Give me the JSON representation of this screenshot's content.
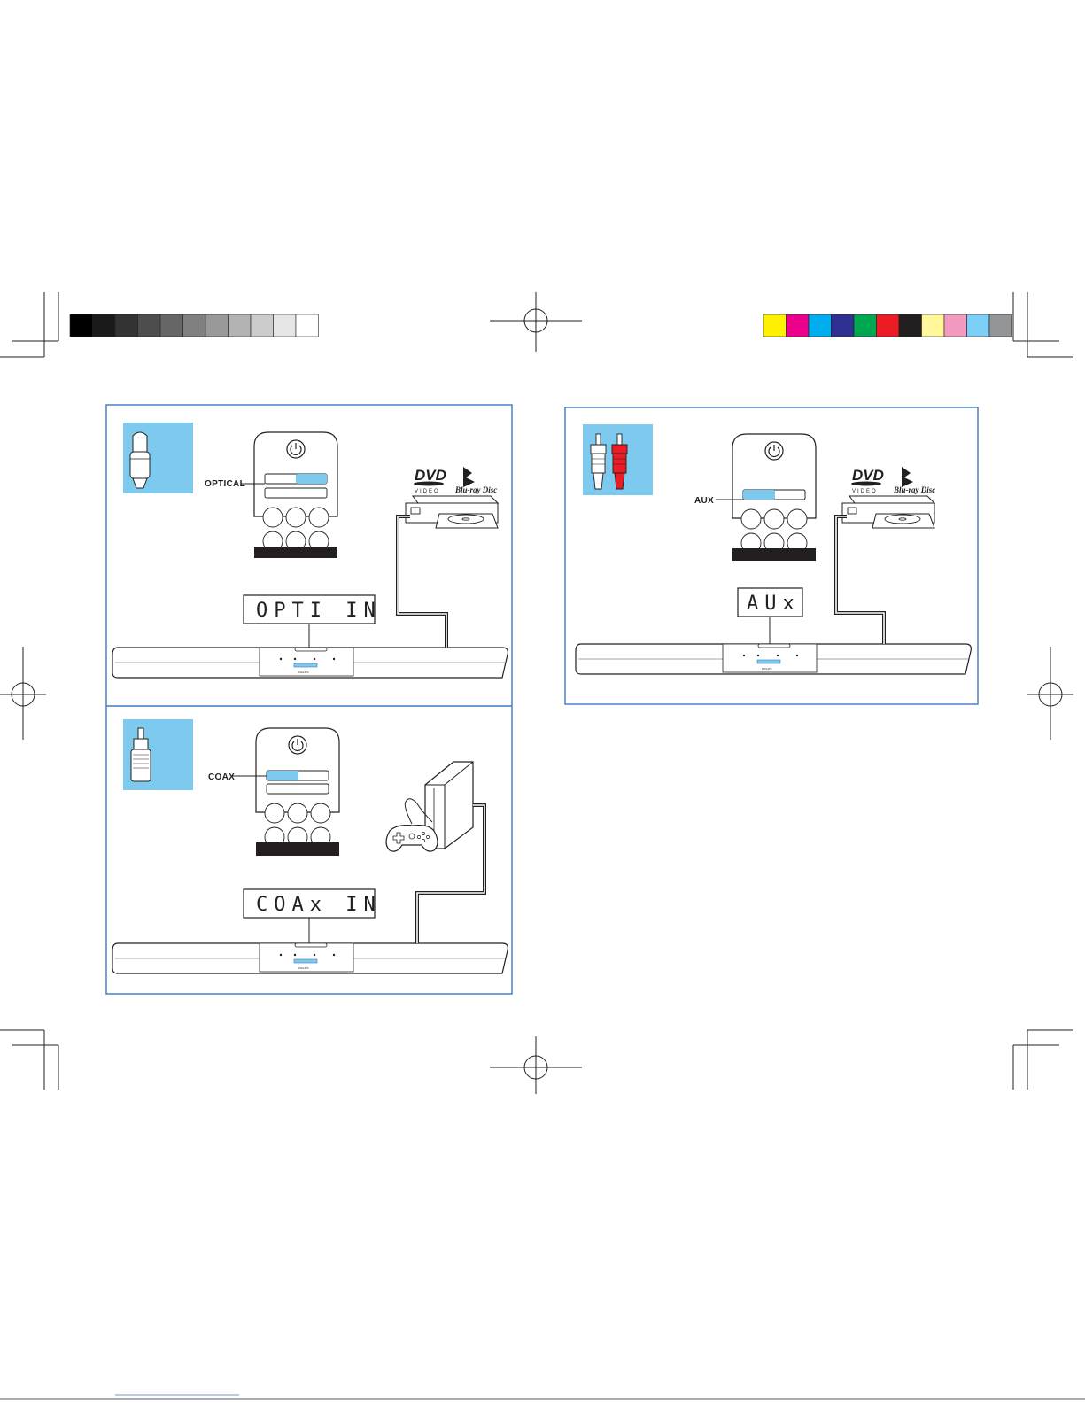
{
  "colors": {
    "frame": "#3d78c2",
    "accent": "#7dcaee",
    "ink": "#231f20"
  },
  "grayscale_bar": [
    "#000000",
    "#1a1a1a",
    "#333333",
    "#4d4d4d",
    "#666666",
    "#808080",
    "#999999",
    "#b3b3b3",
    "#cccccc",
    "#e6e6e6",
    "#ffffff"
  ],
  "color_bar": [
    "#fff200",
    "#ec008c",
    "#00aeef",
    "#2e3192",
    "#00a651",
    "#ed1c24",
    "#231f20",
    "#fff799",
    "#f49ac1",
    "#7dcff5",
    "#939598"
  ],
  "panels": {
    "optical": {
      "connector_icon": "optical-plug-icon",
      "button_label": "OPTICAL",
      "display_text": "OPTI IN",
      "source_logos": {
        "dvd": "DVD",
        "dvd_sub": "VIDEO",
        "bd": "Blu-ray Disc"
      },
      "source_icon": "disc-player-icon",
      "brand": "PHILIPS"
    },
    "coax": {
      "connector_icon": "coax-plug-icon",
      "button_label": "COAX",
      "display_text": "COAx IN",
      "source_icon": "game-console-icon",
      "brand": "PHILIPS"
    },
    "aux": {
      "connector_icon": "rca-plugs-icon",
      "button_label": "AUX",
      "display_text": "AUx",
      "source_logos": {
        "dvd": "DVD",
        "dvd_sub": "VIDEO",
        "bd": "Blu-ray Disc"
      },
      "source_icon": "disc-player-icon",
      "brand": "PHILIPS"
    }
  }
}
